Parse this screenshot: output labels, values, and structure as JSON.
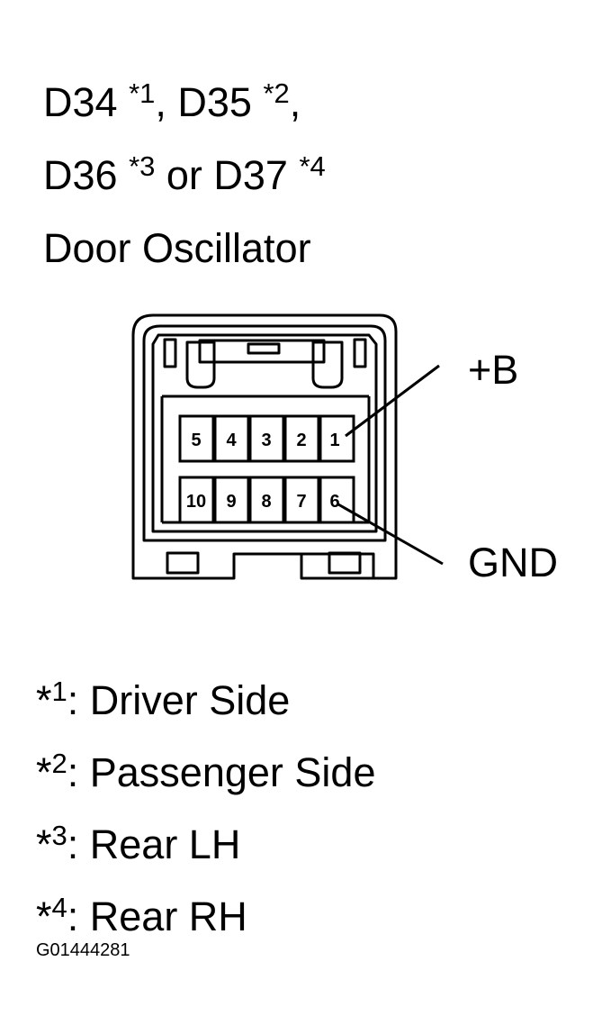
{
  "title": {
    "line1": {
      "a": "D34 ",
      "a_sup": "*1",
      "b": ", D35 ",
      "b_sup": "*2",
      "c": ","
    },
    "line2": {
      "a": "D36 ",
      "a_sup": "*3",
      "b": " or D37 ",
      "b_sup": "*4"
    },
    "line3": "Door Oscillator"
  },
  "connector": {
    "top_row_pins": [
      "5",
      "4",
      "3",
      "2",
      "1"
    ],
    "bottom_row_pins": [
      "10",
      "9",
      "8",
      "7",
      "6"
    ],
    "callouts": [
      {
        "label": "+B",
        "pin": "1"
      },
      {
        "label": "GND",
        "pin": "6"
      }
    ]
  },
  "legend": [
    {
      "mark": "*",
      "sup": "1",
      "text": ": Driver Side"
    },
    {
      "mark": "*",
      "sup": "2",
      "text": ": Passenger Side"
    },
    {
      "mark": "*",
      "sup": "3",
      "text": ": Rear LH"
    },
    {
      "mark": "*",
      "sup": "4",
      "text": ": Rear RH"
    }
  ],
  "figure_code": "G01444281"
}
